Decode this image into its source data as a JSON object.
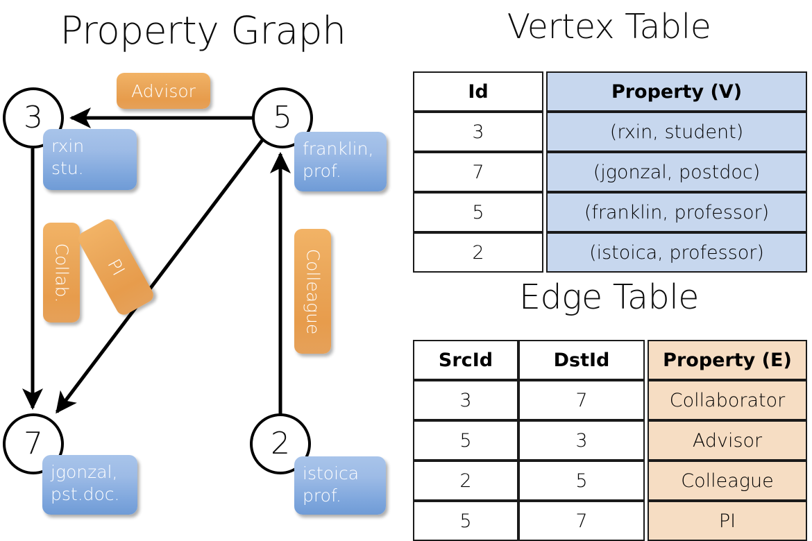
{
  "titles": {
    "graph": "Property Graph",
    "vertex_table": "Vertex Table",
    "edge_table": "Edge Table"
  },
  "graph": {
    "nodes": [
      {
        "id": "3",
        "property_label": "rxin\nstu.",
        "line1": "rxin",
        "line2": "stu."
      },
      {
        "id": "5",
        "property_label": "franklin,\nprof.",
        "line1": "franklin,",
        "line2": "prof."
      },
      {
        "id": "7",
        "property_label": "jgonzal,\npst.doc.",
        "line1": "jgonzal,",
        "line2": "pst.doc."
      },
      {
        "id": "2",
        "property_label": "istoica\nprof.",
        "line1": "istoica",
        "line2": "prof."
      }
    ],
    "edge_labels": [
      {
        "name": "advisor",
        "text": "Advisor",
        "orientation": "horizontal"
      },
      {
        "name": "collab",
        "text": "Collab.",
        "orientation": "vertical"
      },
      {
        "name": "pi",
        "text": "PI",
        "orientation": "vertical-rotated"
      },
      {
        "name": "colleague",
        "text": "Colleague",
        "orientation": "vertical"
      }
    ],
    "edges": [
      {
        "src": "5",
        "dst": "3",
        "label": "Advisor"
      },
      {
        "src": "3",
        "dst": "7",
        "label": "Collab."
      },
      {
        "src": "5",
        "dst": "7",
        "label": "PI"
      },
      {
        "src": "2",
        "dst": "5",
        "label": "Colleague"
      }
    ]
  },
  "vertex_table": {
    "headers": [
      "Id",
      "Property (V)"
    ],
    "rows": [
      {
        "id": "3",
        "property": "(rxin, student)"
      },
      {
        "id": "7",
        "property": "(jgonzal, postdoc)"
      },
      {
        "id": "5",
        "property": "(franklin, professor)"
      },
      {
        "id": "2",
        "property": "(istoica, professor)"
      }
    ]
  },
  "edge_table": {
    "headers": [
      "SrcId",
      "DstId",
      "Property (E)"
    ],
    "rows": [
      {
        "src": "3",
        "dst": "7",
        "property": "Collaborator"
      },
      {
        "src": "5",
        "dst": "3",
        "property": "Advisor"
      },
      {
        "src": "2",
        "dst": "5",
        "property": "Colleague"
      },
      {
        "src": "5",
        "dst": "7",
        "property": "PI"
      }
    ]
  },
  "colors": {
    "vertex_property_fill": "#c7d7ee",
    "edge_property_fill": "#f6ddc3",
    "node_box_blue": "#7fa7dd",
    "edge_label_orange": "#eaa659",
    "stroke": "#000000"
  }
}
